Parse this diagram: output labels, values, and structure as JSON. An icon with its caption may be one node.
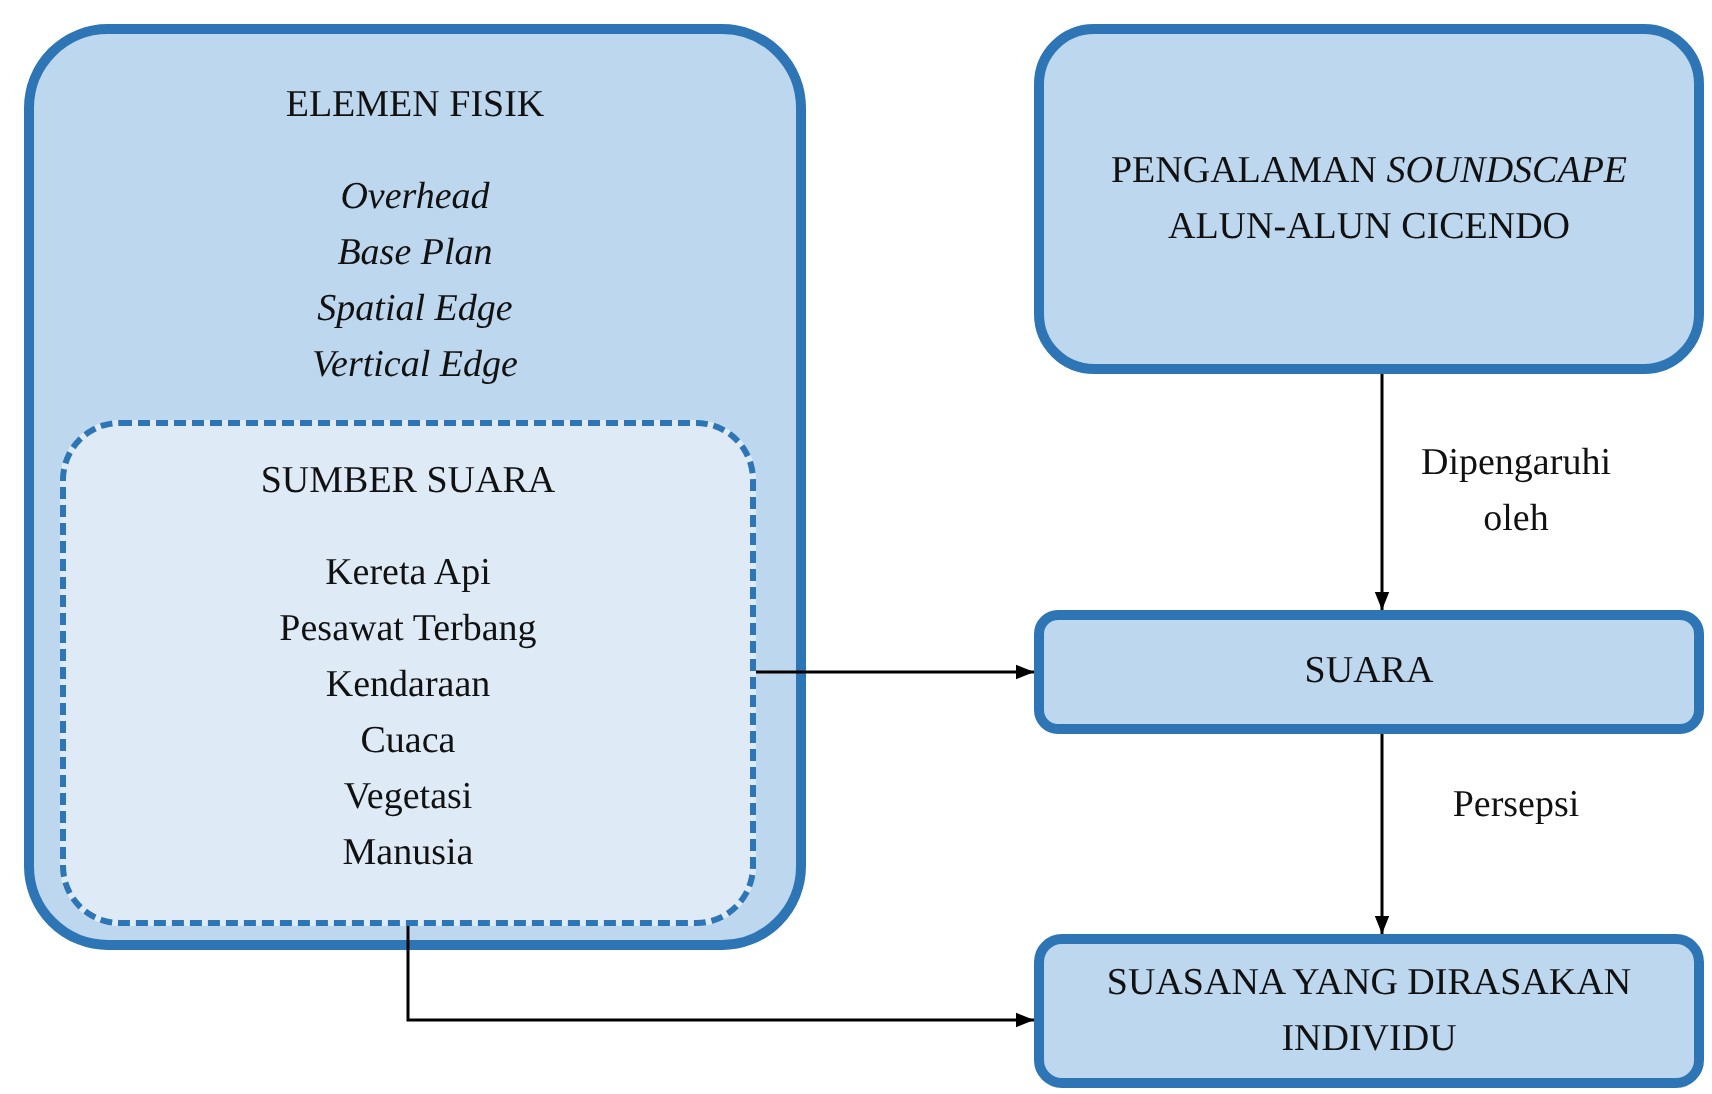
{
  "diagram": {
    "nodes": [
      {
        "text": [
          "ELEMEN FISIK",
          "Overhead",
          "Base Plan",
          "Spatial Edge",
          "Vertical Edge"
        ]
      },
      {
        "text": [
          "SUMBER SUARA",
          "Kereta Api",
          "Pesawat Terbang",
          "Kendaraan",
          "Cuaca",
          "Vegetasi",
          "Manusia"
        ],
        "in": 0
      },
      {
        "text": [
          "PENGALAMAN *SOUNDSCAPE* ALUN-ALUN CICENDO"
        ]
      },
      {
        "text": [
          "SUARA"
        ]
      },
      {
        "text": [
          "SUASANA YANG DIRASAKAN INDIVIDU"
        ]
      }
    ],
    "edges": [
      {
        "from": 1,
        "to": 3,
        "arrow": "to"
      },
      {
        "from": 1,
        "to": 4,
        "arrow": "to"
      },
      {
        "from": 2,
        "to": 3,
        "arrow": "to",
        "label": "Dipengaruhi oleh"
      },
      {
        "from": 3,
        "to": 4,
        "arrow": "to",
        "label": "Persepsi"
      }
    ]
  }
}
